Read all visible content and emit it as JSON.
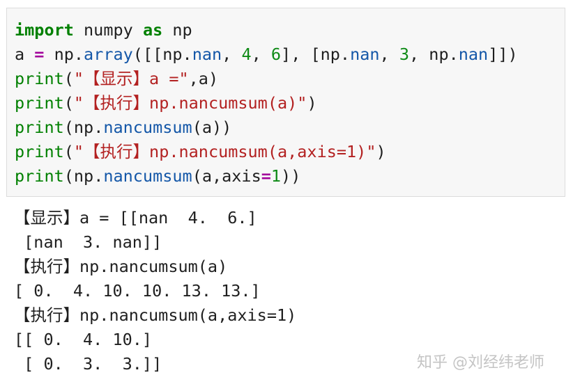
{
  "code": {
    "line1": {
      "import": "import",
      "module": " numpy ",
      "as": "as",
      "alias": " np"
    },
    "line2": {
      "var": "a ",
      "eq": "=",
      "p1": " np.",
      "array": "array",
      "p2": "([[np.",
      "nan1": "nan",
      "p3": ", ",
      "n4": "4",
      "p4": ", ",
      "n6": "6",
      "p5": "], [np.",
      "nan2": "nan",
      "p6": ", ",
      "n3": "3",
      "p7": ", np.",
      "nan3": "nan",
      "p8": "]])"
    },
    "line3": {
      "print": "print",
      "open": "(",
      "str": "\"【显示】a =\"",
      "rest": ",a)"
    },
    "line4": {
      "print": "print",
      "open": "(",
      "str": "\"【执行】np.nancumsum(a)\"",
      "close": ")"
    },
    "line5": {
      "print": "print",
      "p1": "(np.",
      "func": "nancumsum",
      "p2": "(a))"
    },
    "line6": {
      "print": "print",
      "open": "(",
      "str": "\"【执行】np.nancumsum(a,axis=1)\"",
      "close": ")"
    },
    "line7": {
      "print": "print",
      "p1": "(np.",
      "func": "nancumsum",
      "p2": "(a,axis",
      "eq": "=",
      "one": "1",
      "p3": "))"
    }
  },
  "output": [
    "【显示】a = [[nan  4.  6.]",
    " [nan  3. nan]]",
    "【执行】np.nancumsum(a)",
    "[ 0.  4. 10. 10. 13. 13.]",
    "【执行】np.nancumsum(a,axis=1)",
    "[[ 0.  4. 10.]",
    " [ 0.  3.  3.]]"
  ],
  "watermark": "知乎 @刘经纬老师"
}
